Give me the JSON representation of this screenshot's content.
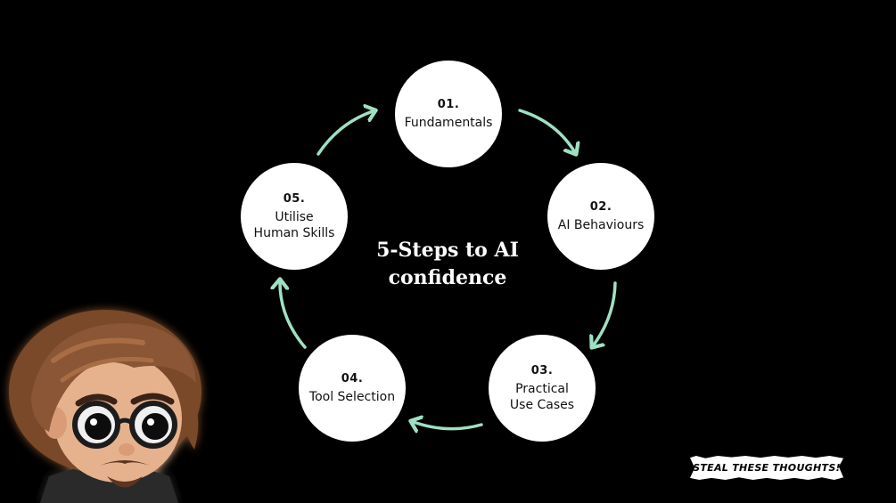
{
  "title_line1": "5-Steps to AI",
  "title_line2": "confidence",
  "steps": [
    {
      "number": "01.",
      "label_line1": "Fundamentals",
      "label_line2": ""
    },
    {
      "number": "02.",
      "label_line1": "AI Behaviours",
      "label_line2": ""
    },
    {
      "number": "03.",
      "label_line1": "Practical",
      "label_line2": "Use Cases"
    },
    {
      "number": "04.",
      "label_line1": "Tool Selection",
      "label_line2": ""
    },
    {
      "number": "05.",
      "label_line1": "Utilise",
      "label_line2": "Human Skills"
    }
  ],
  "stamp": "STEAL THESE THOUGHTS!",
  "colors": {
    "background": "#000000",
    "circle": "#ffffff",
    "arrow": "#9fe0c3",
    "title": "#ffffff"
  },
  "icons": {
    "avatar": "cartoon-avatar-with-round-glasses"
  }
}
